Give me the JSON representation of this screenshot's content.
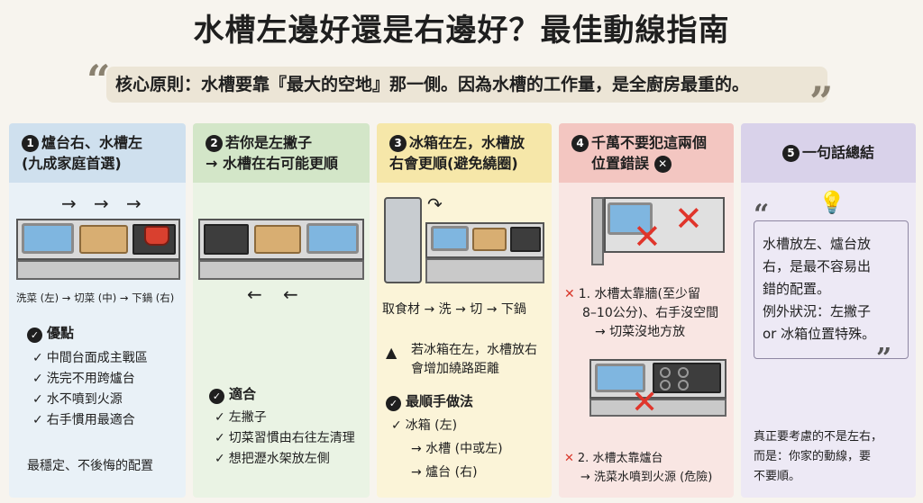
{
  "title": "水槽左邊好還是右邊好？最佳動線指南",
  "principle": {
    "quote_open": "“",
    "text": "核心原則：水槽要靠『最大的空地』那一側。因為水槽的工作量，是全廚房最重的。",
    "quote_close": "”"
  },
  "col1": {
    "number": "1",
    "heading_line1": "爐台右、水槽左",
    "heading_line2": "(九成家庭首選)",
    "flow": "洗菜 (左) → 切菜 (中) → 下鍋 (右)",
    "pros_title": "優點",
    "pros": [
      "中間台面成主戰區",
      "洗完不用跨爐台",
      "水不噴到火源",
      "右手慣用最適合"
    ],
    "footer": "最穩定、不後悔的配置"
  },
  "col2": {
    "number": "2",
    "heading_line1": "若你是左撇子",
    "heading_line2": "→ 水槽在右可能更順",
    "fit_title": "適合",
    "fits": [
      "左撇子",
      "切菜習慣由右往左清理",
      "想把瀝水架放左側"
    ]
  },
  "col3": {
    "number": "3",
    "heading_line1": "冰箱在左，水槽放",
    "heading_line2": "右會更順(避免繞圈)",
    "flow": "取食材 → 洗 → 切 → 下鍋",
    "warning": "若冰箱在左，水槽放右會增加繞路距離",
    "best_title": "最順手做法",
    "best_items": [
      "冰箱 (左)",
      "→ 水槽 (中或左)",
      "→ 爐台 (右)"
    ]
  },
  "col4": {
    "number": "4",
    "heading_line1": "千萬不要犯這兩個",
    "heading_line2": "位置錯誤",
    "mistake1_line1": "1. 水槽太靠牆(至少留",
    "mistake1_line2": "8–10公分)、右手沒空間",
    "mistake1_line3": "→ 切菜沒地方放",
    "mistake2_line1": "2. 水槽太靠爐台",
    "mistake2_line2": "→ 洗菜水噴到火源 (危險)"
  },
  "col5": {
    "number": "5",
    "heading": "一句話總結",
    "quote_open": "“",
    "quote_close": "”",
    "summary": [
      "水槽放左、爐台放",
      "右，是最不容易出",
      "錯的配置。",
      "例外狀況：左撇子",
      "or 冰箱位置特殊。"
    ],
    "footer": [
      "真正要考慮的不是左右，",
      "而是：你家的動線，要",
      "不要順。"
    ]
  },
  "icons": {
    "check": "check-circle-icon",
    "cross": "x-mark-icon",
    "warning": "warning-triangle-icon",
    "bulb": "lightbulb-icon"
  },
  "colors": {
    "accent_red": "#e0352b",
    "col1": "#cfe0ee",
    "col2": "#d3e6c8",
    "col3": "#f6e7a9",
    "col4": "#f3c6c1",
    "col5": "#d9d2ea"
  }
}
